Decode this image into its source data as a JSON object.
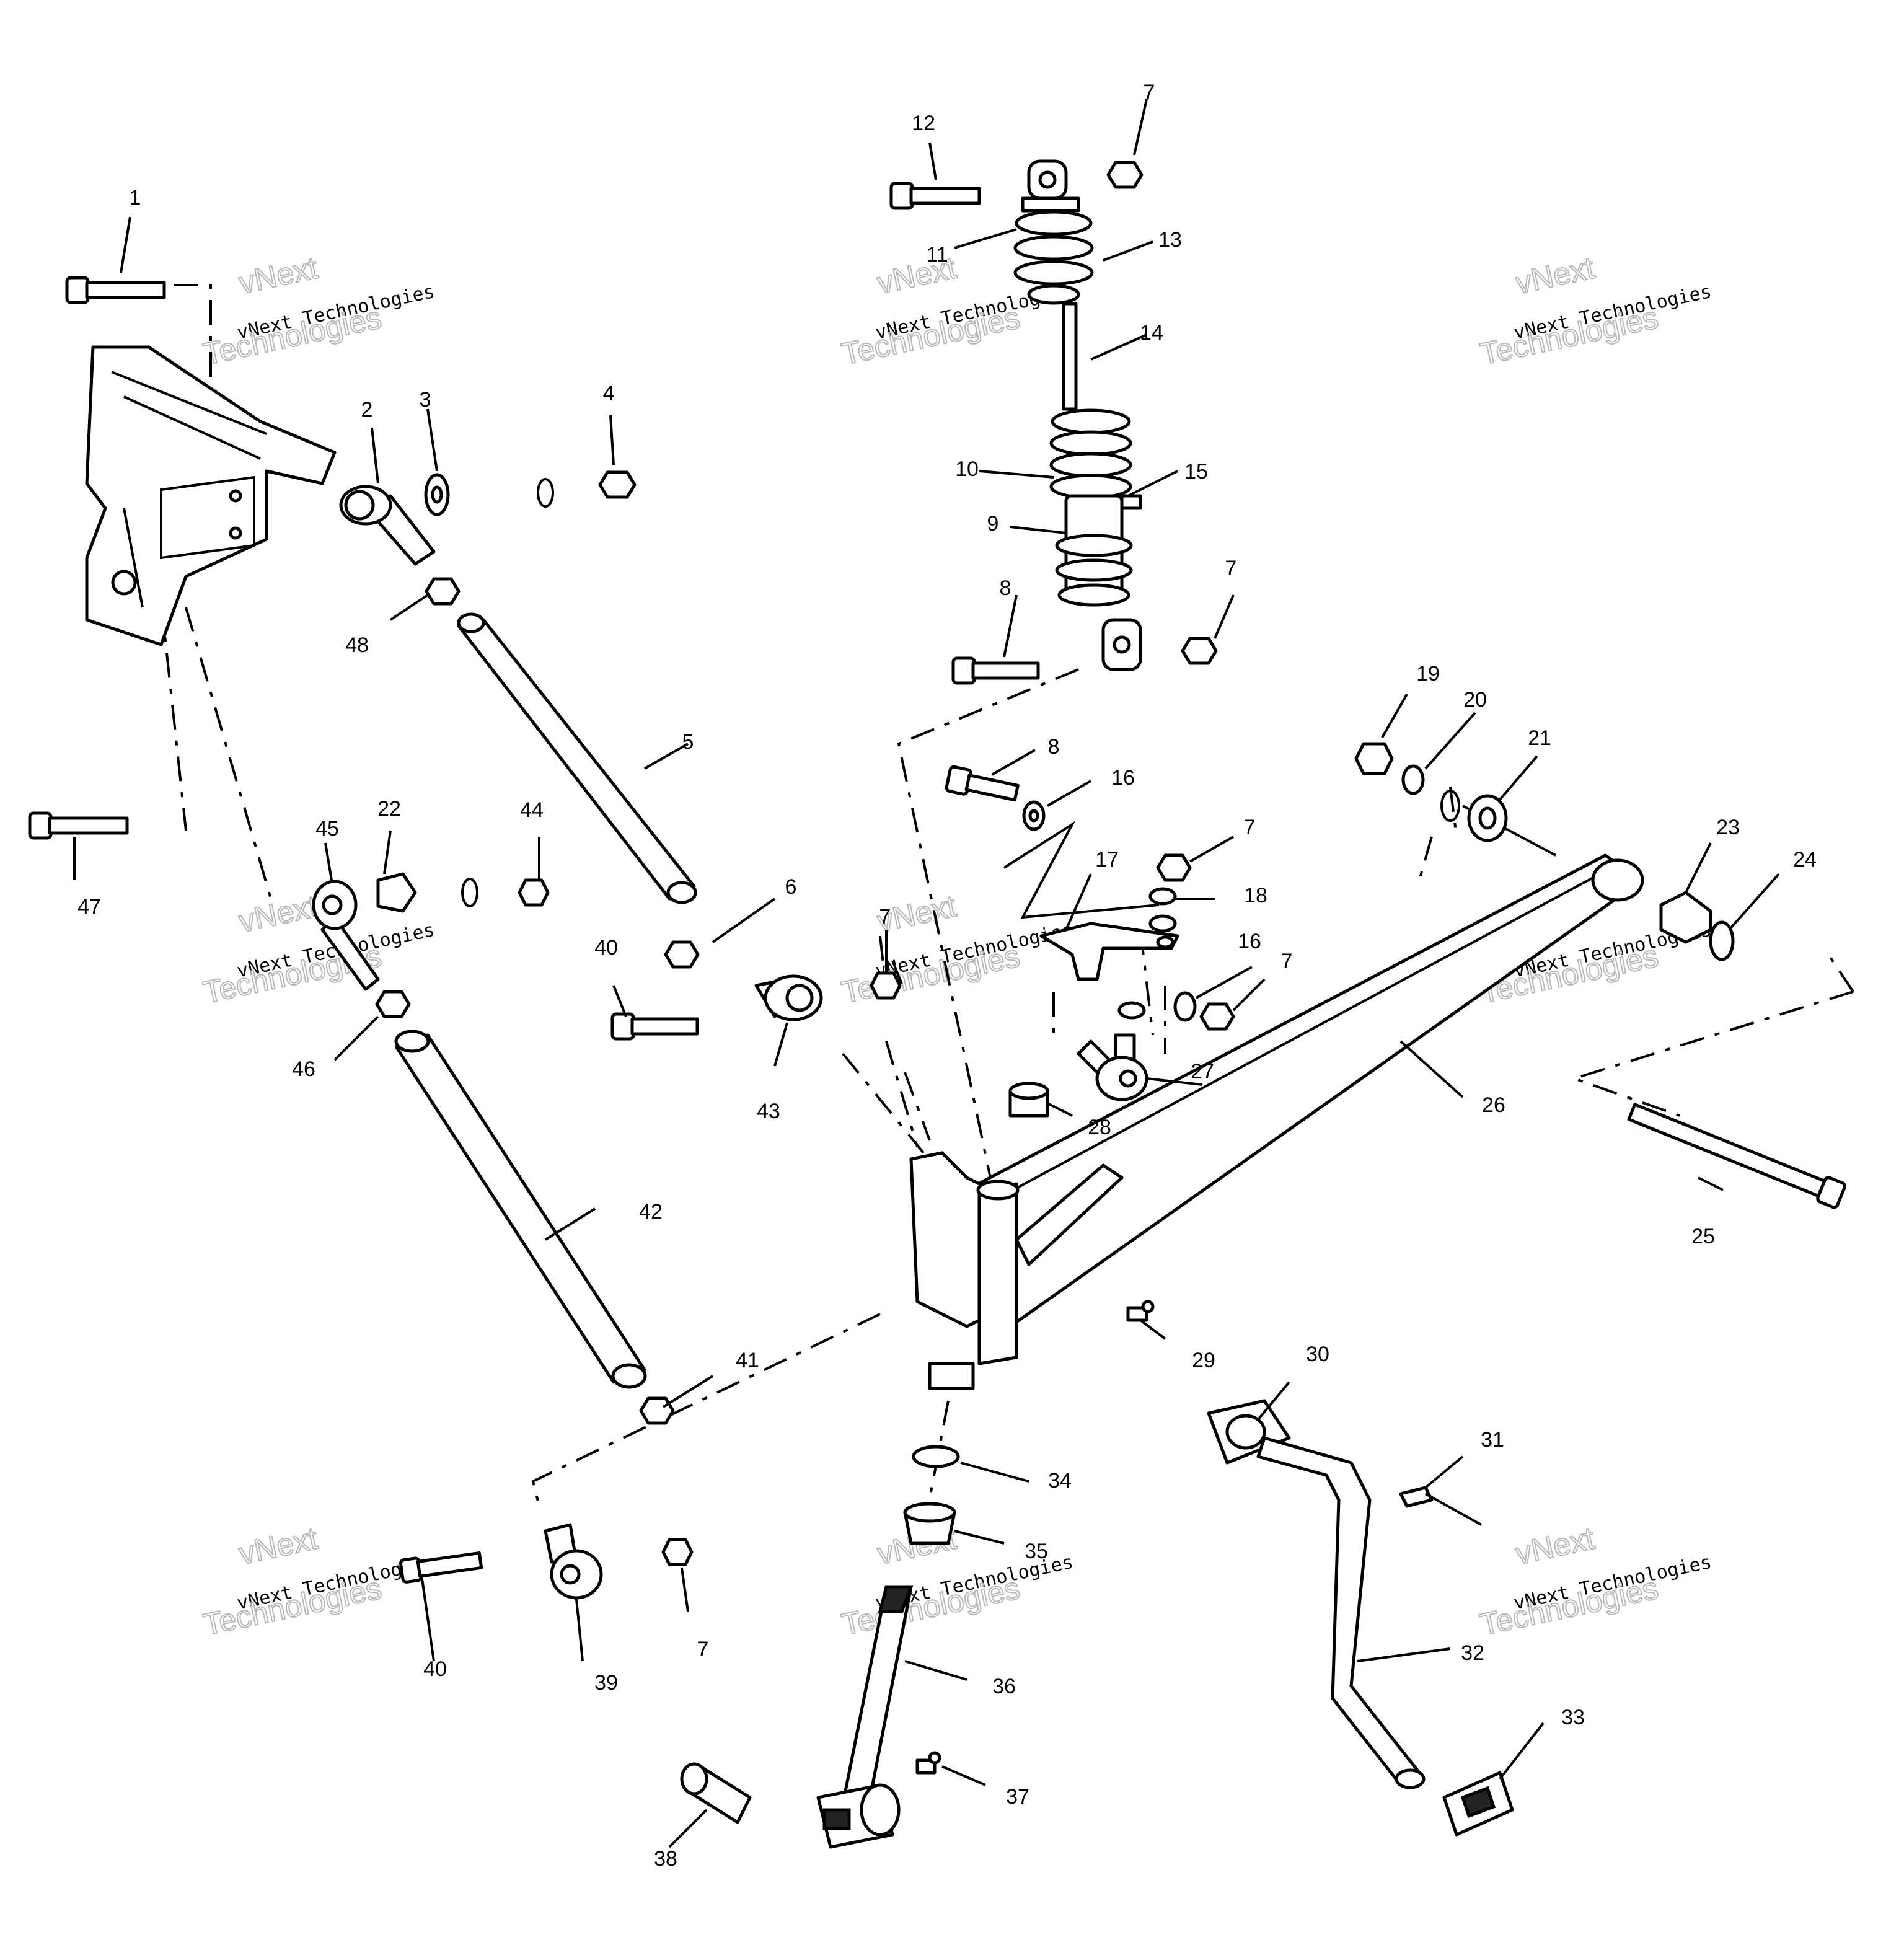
{
  "watermark": {
    "line1": "vNext",
    "line2": "vNext Technologies",
    "line3": "Technologies"
  },
  "callouts": [
    "1",
    "2",
    "3",
    "4",
    "5",
    "6",
    "7",
    "8",
    "9",
    "10",
    "11",
    "12",
    "13",
    "14",
    "15",
    "16",
    "17",
    "18",
    "19",
    "20",
    "21",
    "22",
    "23",
    "24",
    "25",
    "26",
    "27",
    "28",
    "29",
    "30",
    "31",
    "32",
    "33",
    "34",
    "35",
    "36",
    "37",
    "38",
    "39",
    "40",
    "41",
    "42",
    "43",
    "44",
    "45",
    "46",
    "47",
    "48"
  ]
}
